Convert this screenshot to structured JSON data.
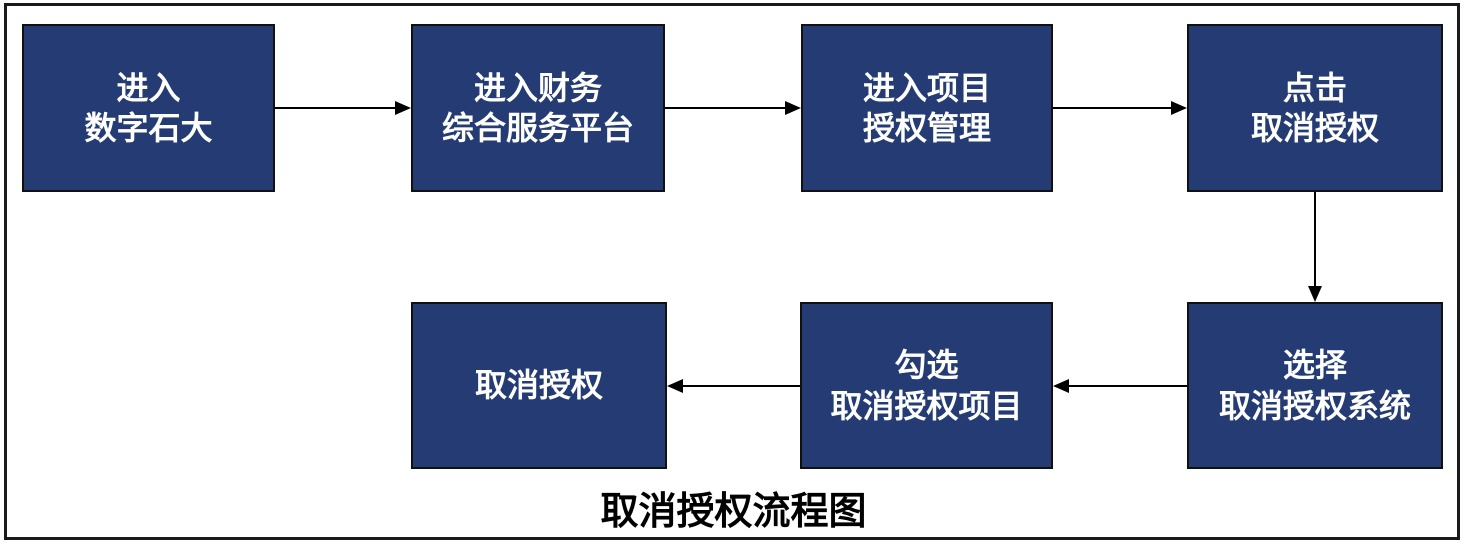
{
  "diagram": {
    "title": "取消授权流程图",
    "type": "flowchart",
    "colors": {
      "node_fill": "#243b73",
      "node_border": "#111111",
      "text": "#ffffff",
      "arrow": "#000000",
      "canvas_border": "#1a1a1a"
    },
    "nodes": [
      {
        "id": "step-1",
        "lines": [
          "进入",
          "数字石大"
        ]
      },
      {
        "id": "step-2",
        "lines": [
          "进入财务",
          "综合服务平台"
        ]
      },
      {
        "id": "step-3",
        "lines": [
          "进入项目",
          "授权管理"
        ]
      },
      {
        "id": "step-4",
        "lines": [
          "点击",
          "取消授权"
        ]
      },
      {
        "id": "step-5",
        "lines": [
          "选择",
          "取消授权系统"
        ]
      },
      {
        "id": "step-6",
        "lines": [
          "勾选",
          "取消授权项目"
        ]
      },
      {
        "id": "step-7",
        "lines": [
          "取消授权"
        ]
      }
    ],
    "edges": [
      {
        "from": "step-1",
        "to": "step-2",
        "direction": "right"
      },
      {
        "from": "step-2",
        "to": "step-3",
        "direction": "right"
      },
      {
        "from": "step-3",
        "to": "step-4",
        "direction": "right"
      },
      {
        "from": "step-4",
        "to": "step-5",
        "direction": "down"
      },
      {
        "from": "step-5",
        "to": "step-6",
        "direction": "left"
      },
      {
        "from": "step-6",
        "to": "step-7",
        "direction": "left"
      }
    ]
  }
}
